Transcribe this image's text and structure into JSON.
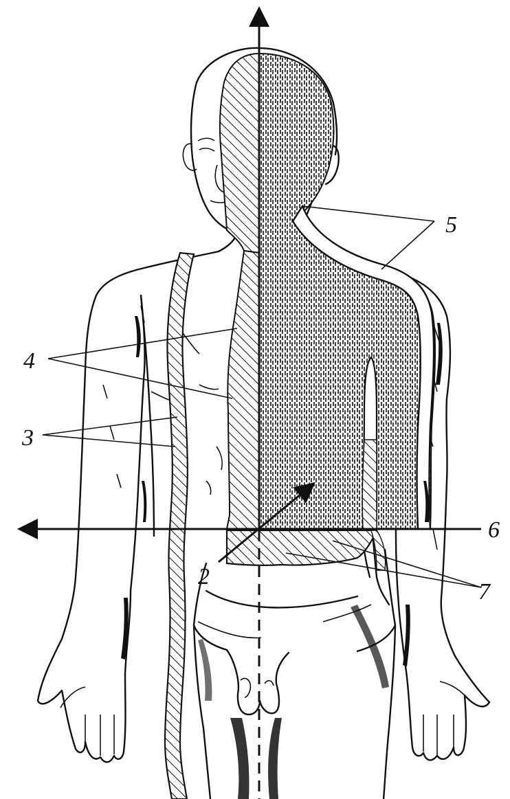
{
  "figure": {
    "labels": [
      {
        "id": "label-2",
        "text": "2"
      },
      {
        "id": "label-3",
        "text": "3"
      },
      {
        "id": "label-4",
        "text": "4"
      },
      {
        "id": "label-5",
        "text": "5"
      },
      {
        "id": "label-6",
        "text": "6"
      },
      {
        "id": "label-7",
        "text": "7"
      }
    ]
  }
}
